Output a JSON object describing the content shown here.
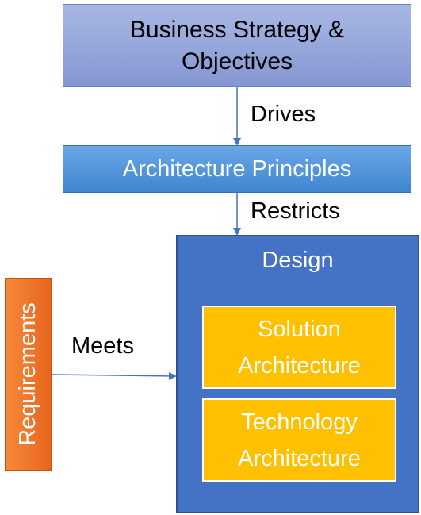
{
  "boxes": {
    "strategy": {
      "line1": "Business Strategy &",
      "line2": "Objectives"
    },
    "principles": "Architecture Principles",
    "design": {
      "title": "Design",
      "solution": {
        "line1": "Solution",
        "line2": "Architecture"
      },
      "technology": {
        "line1": "Technology",
        "line2": "Architecture"
      }
    },
    "requirements": "Requirements"
  },
  "edges": {
    "drives": "Drives",
    "restricts": "Restricts",
    "meets": "Meets"
  },
  "colors": {
    "arrow": "#4472c4",
    "design_fill": "#4472c4",
    "inner_fill": "#ffc000",
    "requirements_fill": "#ee7530"
  }
}
